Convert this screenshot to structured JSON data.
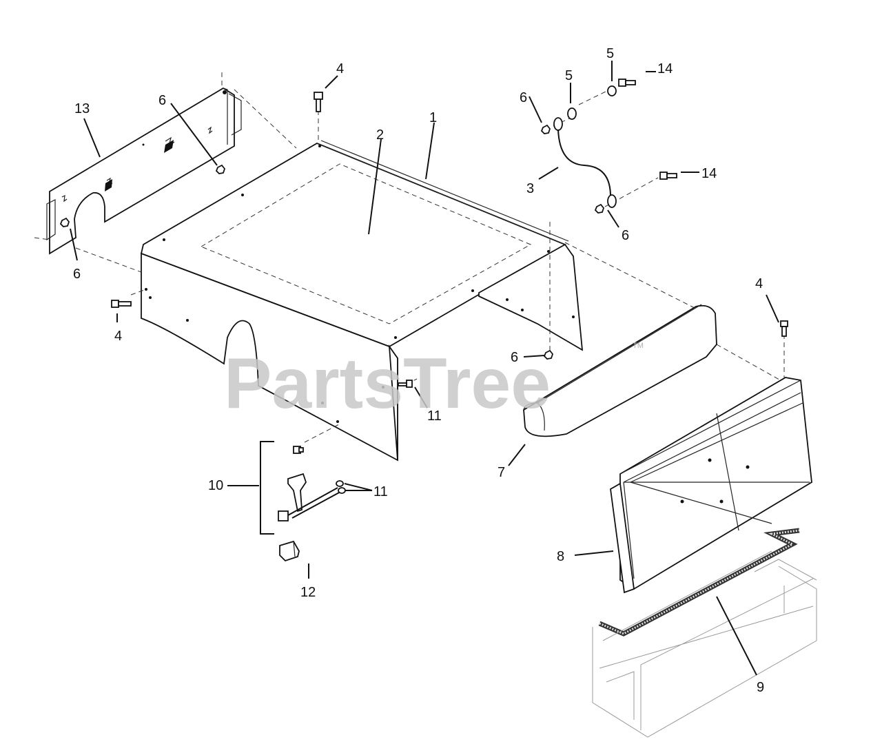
{
  "watermark": {
    "text": "PartsTree",
    "trademark": "TM"
  },
  "callouts": {
    "c1": "1",
    "c2": "2",
    "c3": "3",
    "c4a": "4",
    "c4b": "4",
    "c4c": "4",
    "c5a": "5",
    "c5b": "5",
    "c6a": "6",
    "c6b": "6",
    "c6c": "6",
    "c6d": "6",
    "c6e": "6",
    "c7": "7",
    "c8": "8",
    "c9": "9",
    "c10": "10",
    "c11a": "11",
    "c11b": "11",
    "c12": "12",
    "c13": "13",
    "c14a": "14",
    "c14b": "14"
  }
}
